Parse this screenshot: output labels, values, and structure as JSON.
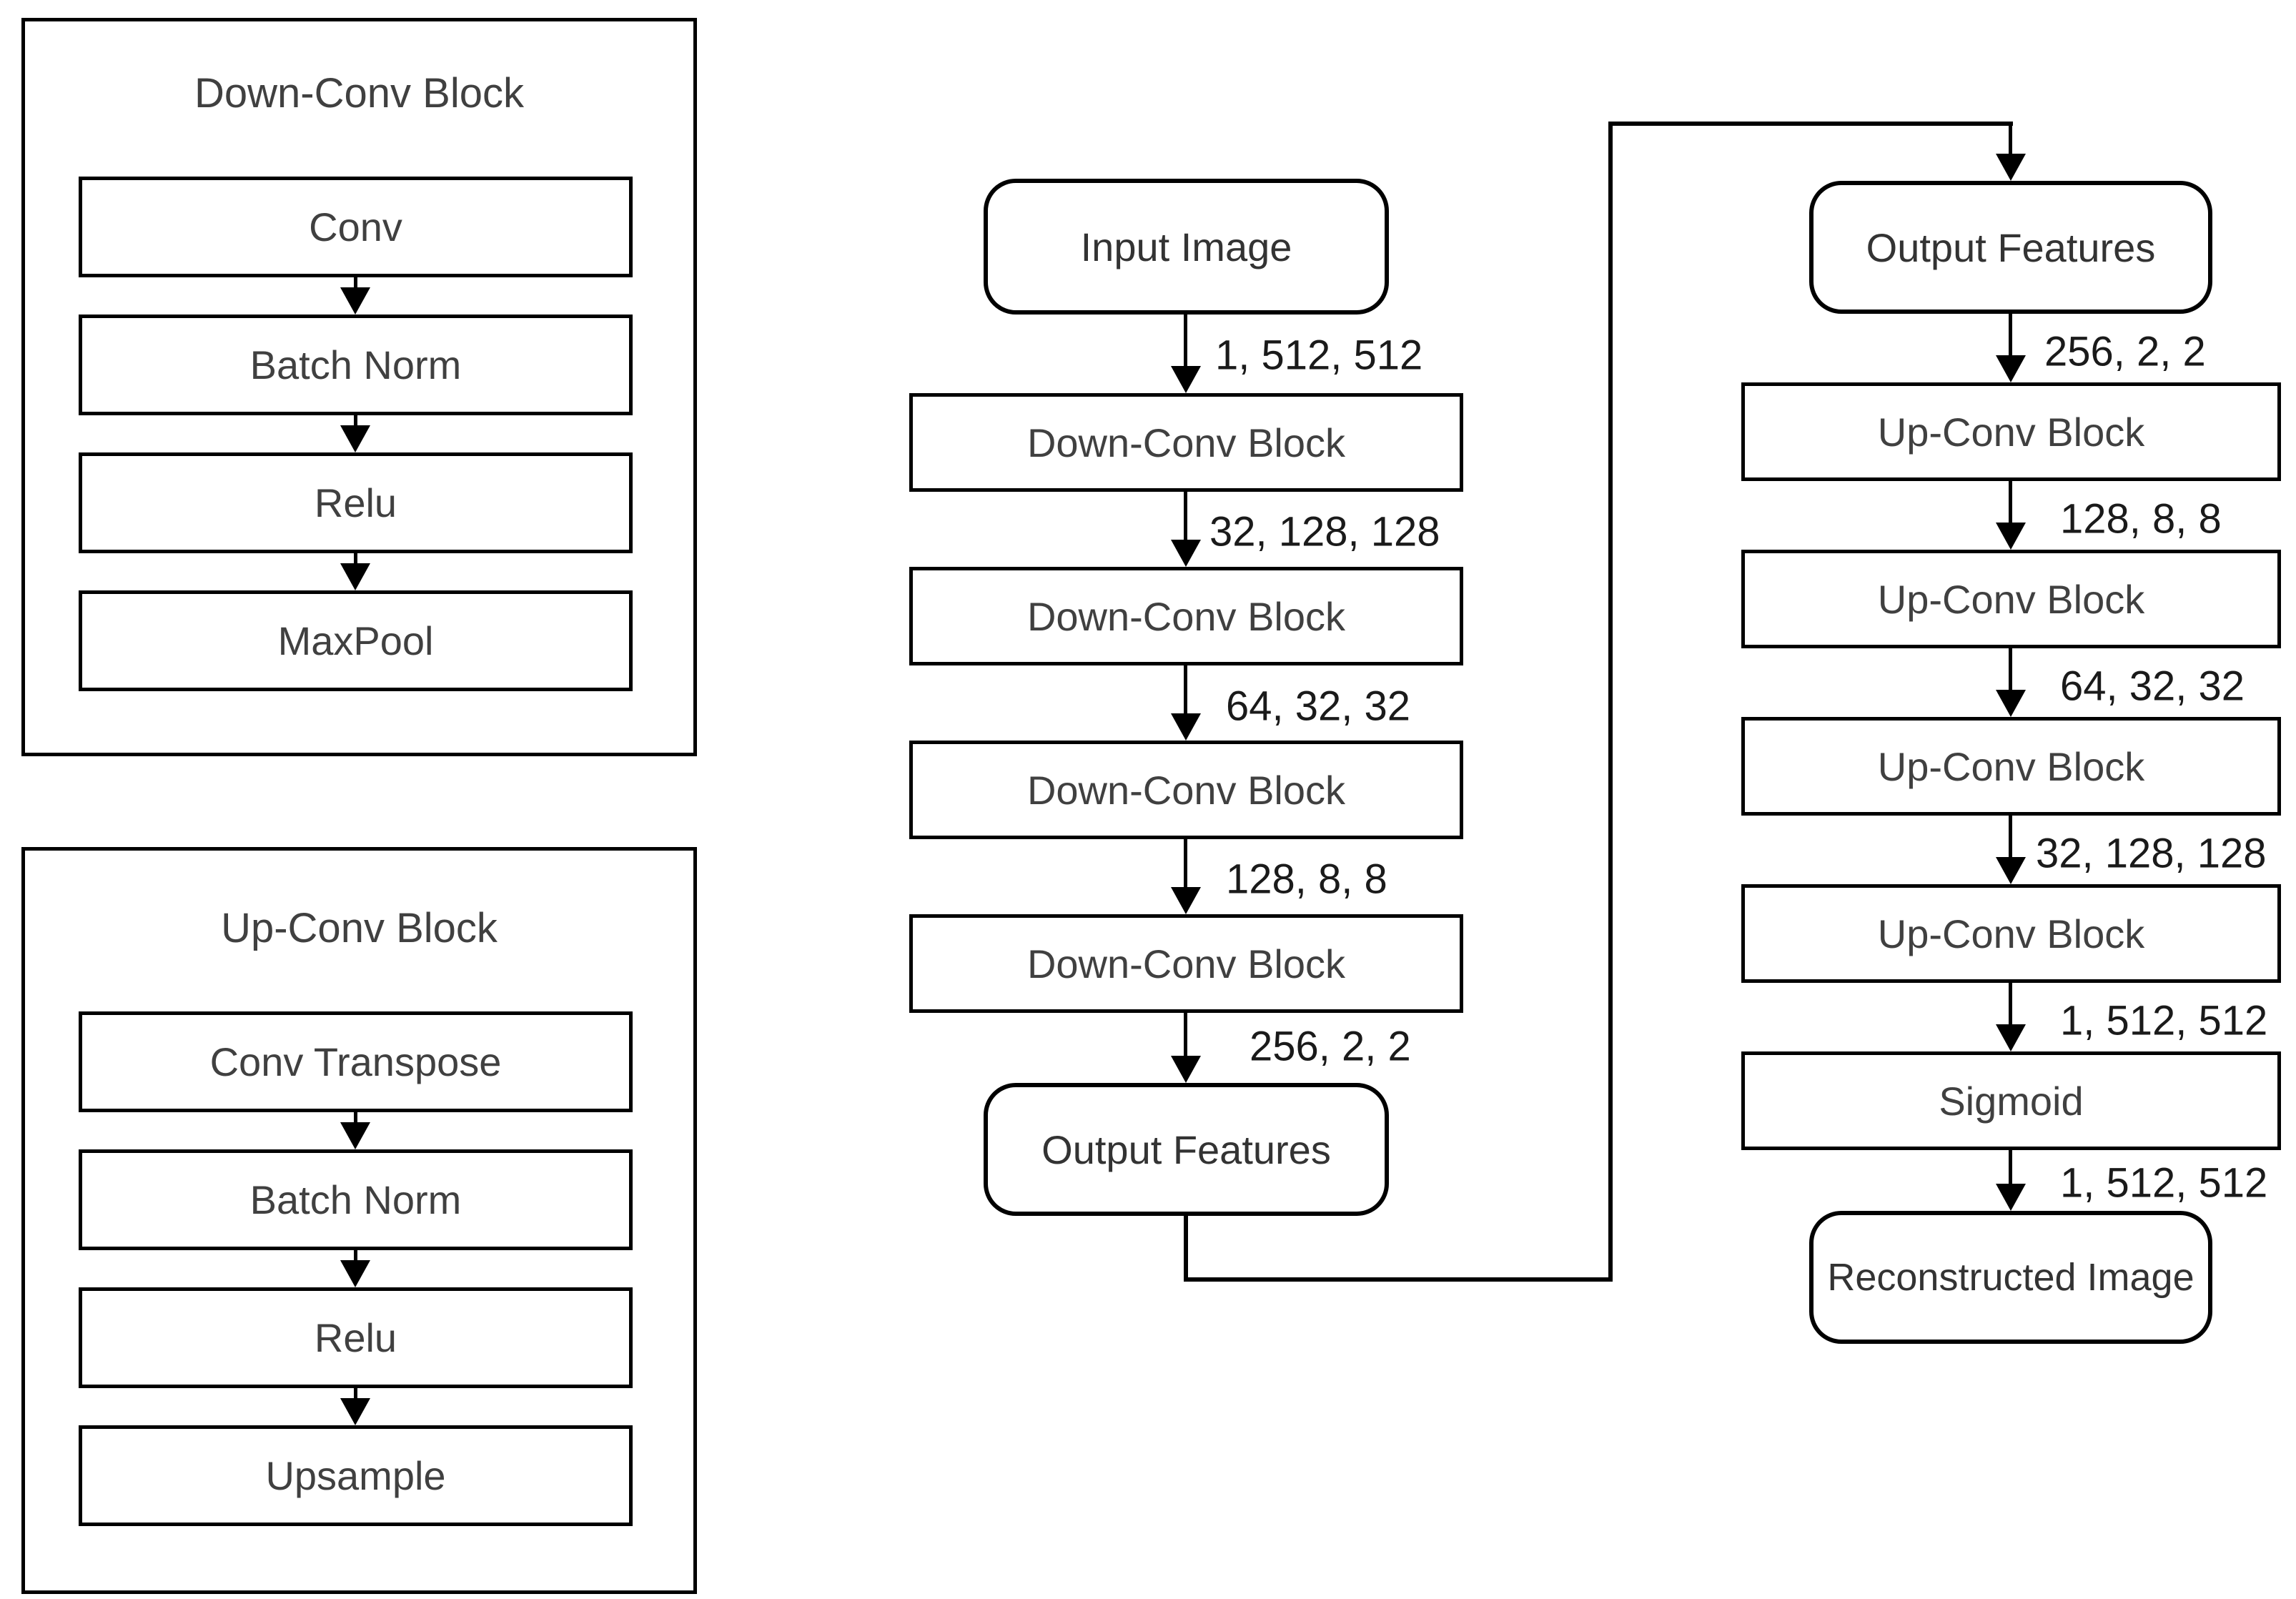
{
  "legend": {
    "down": {
      "title": "Down-Conv Block",
      "steps": [
        "Conv",
        "Batch Norm",
        "Relu",
        "MaxPool"
      ]
    },
    "up": {
      "title": "Up-Conv Block",
      "steps": [
        "Conv Transpose",
        "Batch Norm",
        "Relu",
        "Upsample"
      ]
    }
  },
  "encoder": {
    "source": "Input Image",
    "blocks": [
      "Down-Conv Block",
      "Down-Conv Block",
      "Down-Conv Block",
      "Down-Conv Block"
    ],
    "labels": [
      "1, 512, 512",
      "32, 128, 128",
      "64, 32, 32",
      "128, 8, 8",
      "256, 2, 2"
    ],
    "sink": "Output Features"
  },
  "decoder": {
    "source": "Output Features",
    "blocks": [
      "Up-Conv Block",
      "Up-Conv Block",
      "Up-Conv Block",
      "Up-Conv Block",
      "Sigmoid"
    ],
    "labels": [
      "256, 2, 2",
      "128, 8, 8",
      "64, 32, 32",
      "32, 128, 128",
      "1, 512, 512",
      "1, 512, 512"
    ],
    "sink": "Reconstructed Image"
  },
  "colors": {
    "stroke": "#000000",
    "box_text": "#404040",
    "label_text": "#1a1a1a",
    "background": "#ffffff"
  }
}
